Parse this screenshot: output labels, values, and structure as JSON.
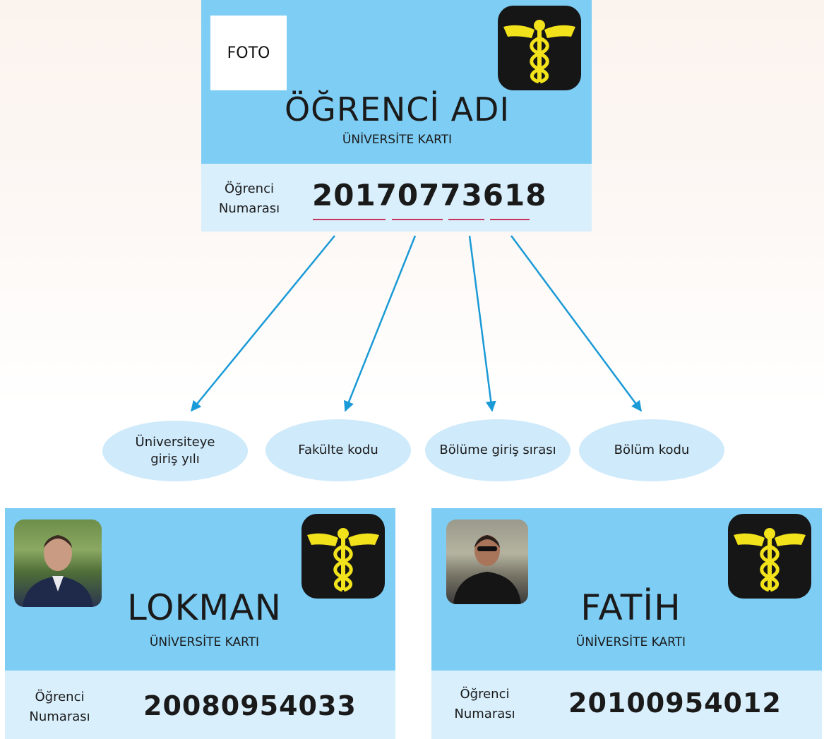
{
  "template_card": {
    "photo_placeholder": "FOTO",
    "name": "ÖĞRENCİ ADI",
    "subtitle": "ÜNİVERSİTE KARTI",
    "number_label_line1": "Öğrenci",
    "number_label_line2": "Numarası",
    "student_number": "20170773618"
  },
  "number_parts": [
    {
      "digits": "2017",
      "meaning": "Üniversiteye giriş yılı"
    },
    {
      "digits": "077",
      "meaning": "Fakülte kodu"
    },
    {
      "digits": "36",
      "meaning": "Bölüme giriş sırası"
    },
    {
      "digits": "18",
      "meaning": "Bölüm kodu"
    }
  ],
  "ellipses": [
    {
      "line1": "Üniversiteye",
      "line2": "giriş yılı"
    },
    {
      "line1": "Fakülte kodu",
      "line2": ""
    },
    {
      "line1": "Bölüme giriş sırası",
      "line2": ""
    },
    {
      "line1": "Bölüm kodu",
      "line2": ""
    }
  ],
  "cards": [
    {
      "name": "LOKMAN",
      "subtitle": "ÜNİVERSİTE KARTI",
      "number_label_line1": "Öğrenci",
      "number_label_line2": "Numarası",
      "student_number": "20080954033"
    },
    {
      "name": "FATİH",
      "subtitle": "ÜNİVERSİTE KARTI",
      "number_label_line1": "Öğrenci",
      "number_label_line2": "Numarası",
      "student_number": "20100954012"
    }
  ],
  "colors": {
    "card_top": "#7ecdf4",
    "card_bottom": "#d9effc",
    "logo_bg": "#161616",
    "logo_symbol": "#f2e21c",
    "arrow": "#1a9ad6",
    "underline": "#c9345f",
    "ellipse": "#cfeafb"
  },
  "icons": {
    "logo": "caduceus-icon"
  }
}
